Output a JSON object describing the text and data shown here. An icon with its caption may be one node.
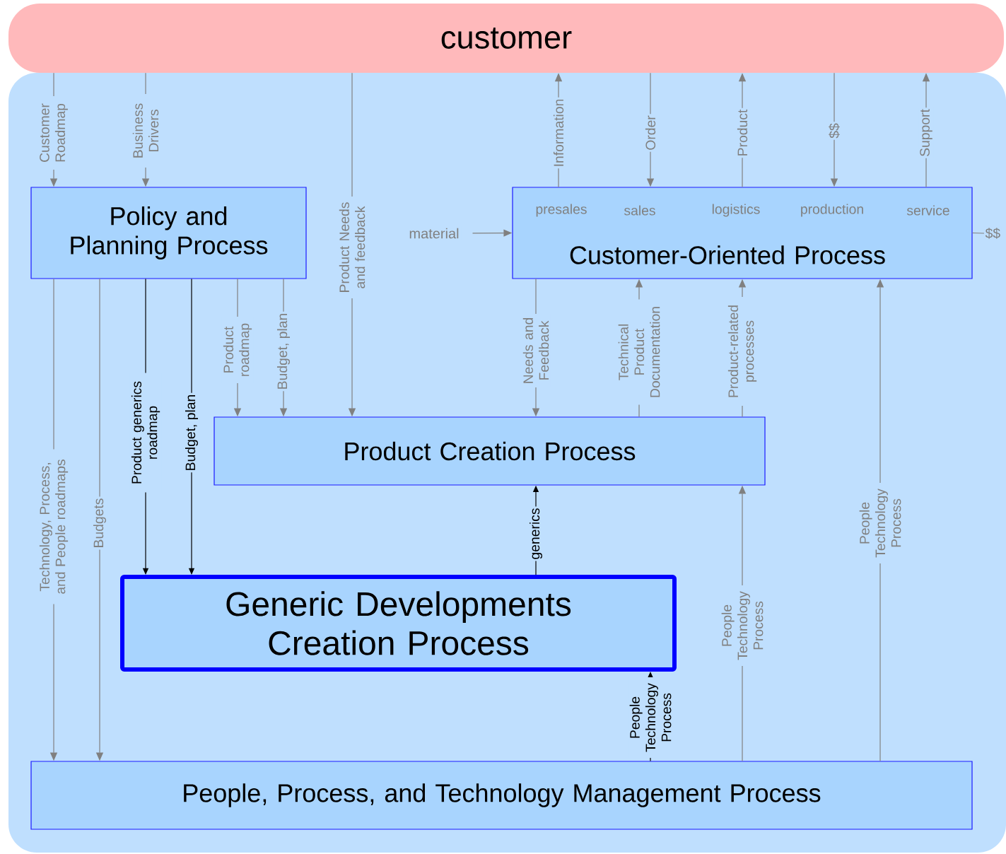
{
  "diagram": {
    "nodes": [
      {
        "text": [
          "customer"
        ]
      },
      {
        "text": [
          "Policy and Planning Process"
        ]
      },
      {
        "text": [
          "presales",
          "sales",
          "logistics",
          "production",
          "service",
          "Customer-Oriented Process"
        ]
      },
      {
        "text": [
          "Product Creation Process"
        ]
      },
      {
        "text": [
          "Generic Developments Creation Process"
        ]
      },
      {
        "text": [
          "People, Process, and Technology Management Process"
        ]
      },
      {
        "text": [
          "material"
        ]
      }
    ],
    "edges": [
      {
        "from": 0,
        "to": 1,
        "arrow": "to",
        "label": "Customer Roadmap"
      },
      {
        "from": 0,
        "to": 1,
        "arrow": "to",
        "label": "Business Drivers"
      },
      {
        "from": 0,
        "to": 3,
        "arrow": "to",
        "label": "Product Needs and feedback"
      },
      {
        "from": 2,
        "to": 0,
        "arrow": "to",
        "label": "Information"
      },
      {
        "from": 0,
        "to": 2,
        "arrow": "to",
        "label": "Order"
      },
      {
        "from": 2,
        "to": 0,
        "arrow": "to",
        "label": "Product"
      },
      {
        "from": 0,
        "to": 2,
        "arrow": "to",
        "label": "$$"
      },
      {
        "from": 2,
        "to": 0,
        "arrow": "to",
        "label": "Support"
      },
      {
        "from": 6,
        "to": 2,
        "arrow": "to"
      },
      {
        "from": 2,
        "to": null,
        "arrow": "none",
        "label": "$$"
      },
      {
        "from": 1,
        "to": 5,
        "arrow": "to",
        "label": "Technology, Process, and People roadmaps"
      },
      {
        "from": 1,
        "to": 5,
        "arrow": "to",
        "label": "Budgets"
      },
      {
        "from": 1,
        "to": 4,
        "arrow": "to",
        "label": "Product generics roadmap",
        "color": "#000000"
      },
      {
        "from": 1,
        "to": 4,
        "arrow": "to",
        "label": "Budget, plan",
        "color": "#000000"
      },
      {
        "from": 1,
        "to": 3,
        "arrow": "to",
        "label": "Product roadmap"
      },
      {
        "from": 1,
        "to": 3,
        "arrow": "to",
        "label": "Budget, plan"
      },
      {
        "from": 2,
        "to": 3,
        "arrow": "to",
        "label": "Needs and Feedback"
      },
      {
        "from": 3,
        "to": 2,
        "arrow": "to",
        "label": "Technical Product Documentation"
      },
      {
        "from": 3,
        "to": 2,
        "arrow": "to",
        "label": "Product-related processes"
      },
      {
        "from": 4,
        "to": 3,
        "arrow": "to",
        "label": "generics",
        "color": "#000000"
      },
      {
        "from": 5,
        "to": 4,
        "arrow": "to",
        "label": "People Technology Process",
        "color": "#000000"
      },
      {
        "from": 5,
        "to": 3,
        "arrow": "to",
        "label": "People Technology Process"
      },
      {
        "from": 5,
        "to": 2,
        "arrow": "to",
        "label": "People Technology Process"
      }
    ]
  }
}
